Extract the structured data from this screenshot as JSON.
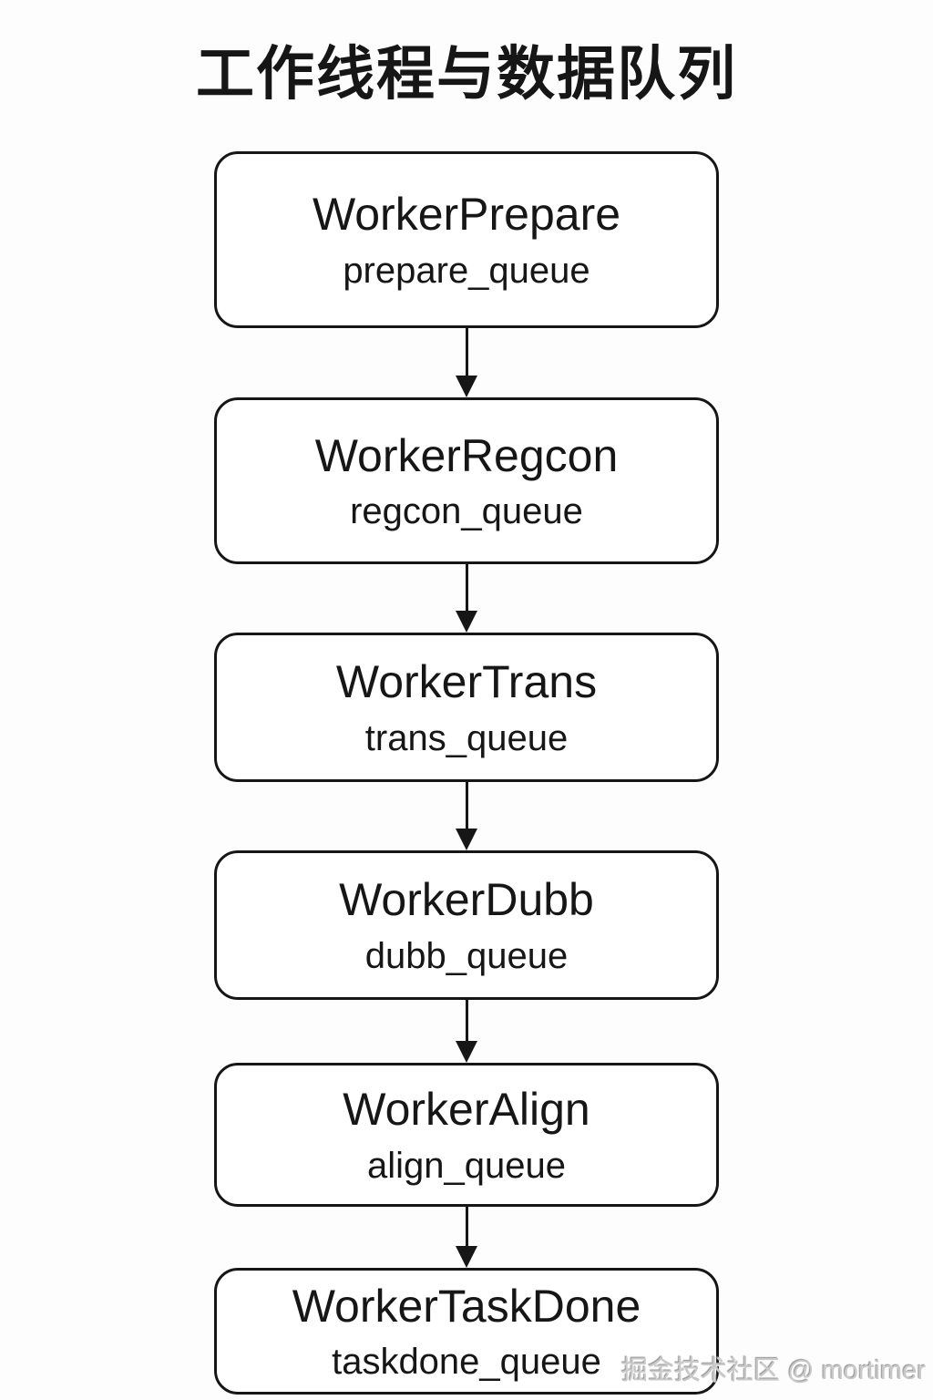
{
  "title": "工作线程与数据队列",
  "diagram": {
    "nodes": [
      {
        "id": "prepare",
        "label": "WorkerPrepare",
        "queue": "prepare_queue"
      },
      {
        "id": "regcon",
        "label": "WorkerRegcon",
        "queue": "regcon_queue"
      },
      {
        "id": "trans",
        "label": "WorkerTrans",
        "queue": "trans_queue"
      },
      {
        "id": "dubb",
        "label": "WorkerDubb",
        "queue": "dubb_queue"
      },
      {
        "id": "align",
        "label": "WorkerAlign",
        "queue": "align_queue"
      },
      {
        "id": "taskdone",
        "label": "WorkerTaskDone",
        "queue": "taskdone_queue"
      }
    ],
    "edges": [
      {
        "from": "WorkerPrepare",
        "to": "WorkerRegcon"
      },
      {
        "from": "WorkerRegcon",
        "to": "WorkerTrans"
      },
      {
        "from": "WorkerTrans",
        "to": "WorkerDubb"
      },
      {
        "from": "WorkerDubb",
        "to": "WorkerAlign"
      },
      {
        "from": "WorkerAlign",
        "to": "WorkerTaskDone"
      }
    ]
  },
  "watermark": "掘金技术社区 @ mortimer",
  "colors": {
    "background": "#fdfdfd",
    "node_border": "#161616",
    "node_fill": "#ffffff",
    "text": "#161616",
    "watermark": "#c9c9c9"
  }
}
